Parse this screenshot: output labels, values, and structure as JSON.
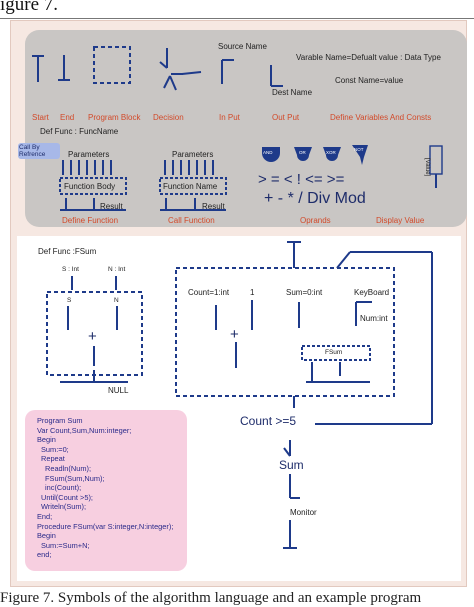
{
  "header": {
    "text": "igure 7."
  },
  "legend": {
    "source_name": "Source Name",
    "dest_name": "Dest Name",
    "var_def": "Varable Name=Defualt value : Data Type",
    "const_def": "Const Name=value",
    "labels": [
      "Start",
      "End",
      "Program Block",
      "Decision",
      "In Put",
      "Out Put",
      "Define Variables And Consts"
    ],
    "def_func": "Def Func : FuncName",
    "call_by_ref": "Call By Refrence",
    "parameters": "Parameters",
    "function_body": "Function Body",
    "function_name": "Function Name",
    "result": "Result",
    "define_function": "Define Function",
    "call_function": "Call Function",
    "logic_badges": [
      "AND",
      "OR",
      "XOR",
      "NOT"
    ],
    "compare_ops": "> = < ! <= >=",
    "math_ops": "+ - * / Div Mod",
    "oprands": "Oprands",
    "display_value": "Display Value",
    "display_box": "[Value]"
  },
  "fsum_def": {
    "title": "Def Func :FSum",
    "param_s": "S : Int",
    "param_n": "N : Int",
    "s": "S",
    "n": "N",
    "plus": "+",
    "null": "NULL"
  },
  "main_flow": {
    "count_init": "Count=1:int",
    "one": "1",
    "sum_init": "Sum=0:int",
    "keyboard": "KeyBoard",
    "num_int": "Num:int",
    "plus": "+",
    "fsum": "FSum",
    "condition": "Count >=5",
    "sum_out": "Sum",
    "monitor": "Monitor"
  },
  "code": {
    "lines": [
      "Program Sum",
      "Var Count,Sum,Num:integer;",
      "Begin",
      " Sum:=0;",
      " Repeat",
      "  Readln(Num);",
      "  FSum(Sum,Num);",
      "  inc(Count);",
      " Until(Count >5);",
      " Writeln(Sum);",
      "End;",
      "Procedure FSum(var S:integer,N:integer);",
      "Begin",
      " Sum:=Sum+N;",
      "end;"
    ]
  },
  "caption": {
    "text": "Figure 7. Symbols of the algorithm language and an example program"
  },
  "colors": {
    "ink": "#1e3a8a",
    "label_red": "#d24a2a",
    "legend_bg": "#c9c6c4",
    "code_bg": "#f7cfe0"
  }
}
